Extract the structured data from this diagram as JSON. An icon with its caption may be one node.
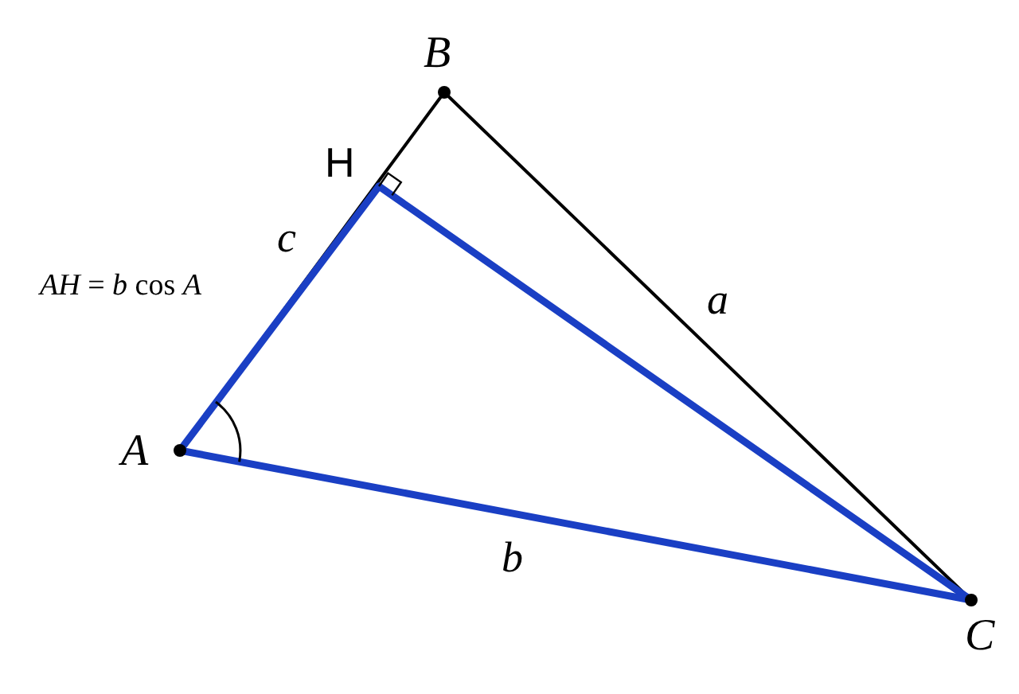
{
  "diagram": {
    "labels": [
      "B",
      "H",
      "c",
      "*AH* = *b* cos *A*",
      "a",
      "A",
      "b",
      "C"
    ]
  }
}
